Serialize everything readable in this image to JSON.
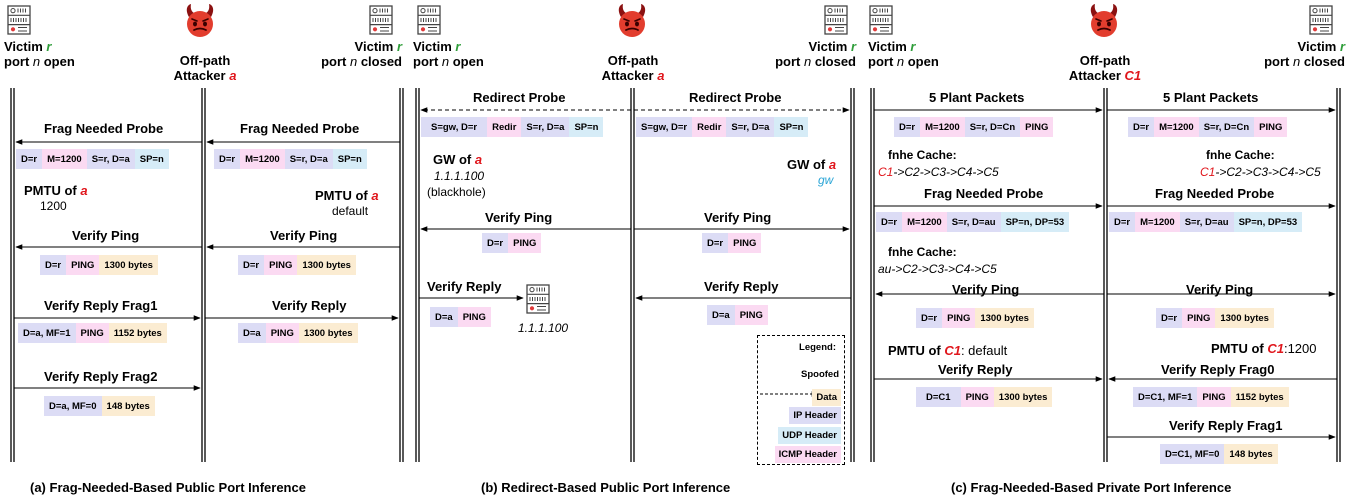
{
  "colors": {
    "attacker": "#e0161c",
    "victim": "#2f9e3a",
    "gw": "#2aa5d6",
    "ip_header": "#dcdcf5",
    "udp_header": "#d6ecf7",
    "icmp_header": "#fbdaf2",
    "data": "#fbecd2"
  },
  "icons": {
    "server": "server-icon",
    "attacker": "devil-face-icon"
  },
  "panels": {
    "a": {
      "victim_open": {
        "line1": "Victim ",
        "var": "r",
        "line2a": "port ",
        "port": "n",
        "line2b": " open"
      },
      "attacker": {
        "line1": "Off-path",
        "line2": "Attacker ",
        "var": "a"
      },
      "victim_closed": {
        "line1": "Victim ",
        "var": "r",
        "line2a": "port ",
        "port": "n",
        "line2b": " closed"
      },
      "probe1_left": "Frag Needed Probe",
      "probe1_right": "Frag Needed Probe",
      "pkt1": {
        "ip": "D=r",
        "m": "M=1200",
        "s": "S=r, D=a",
        "sp": "SP=n"
      },
      "pmtu_left": {
        "label": "PMTU of ",
        "var": "a",
        "value": "1200"
      },
      "pmtu_right": {
        "label": "PMTU of ",
        "var": "a",
        "value": "default"
      },
      "ping_left": "Verify Ping",
      "ping_right": "Verify Ping",
      "pkt_ping": {
        "ip": "D=r",
        "ping": "PING",
        "data": "1300 bytes"
      },
      "reply1_left": "Verify Reply Frag1",
      "reply_right": "Verify Reply",
      "pkt_frag1": {
        "ip": "D=a, MF=1",
        "ping": "PING",
        "data": "1152 bytes"
      },
      "pkt_reply": {
        "ip": "D=a",
        "ping": "PING",
        "data": "1300 bytes"
      },
      "reply2_left": "Verify Reply Frag2",
      "pkt_frag2": {
        "ip": "D=a, MF=0",
        "data": "148 bytes"
      },
      "caption": "(a) Frag-Needed-Based Public Port Inference"
    },
    "b": {
      "victim_open": {
        "line1": "Victim ",
        "var": "r",
        "line2a": "port ",
        "port": "n",
        "line2b": " open"
      },
      "attacker": {
        "line1": "Off-path",
        "line2": "Attacker ",
        "var": "a"
      },
      "victim_closed": {
        "line1": "Victim ",
        "var": "r",
        "line2a": "port ",
        "port": "n",
        "line2b": " closed"
      },
      "probe_left": "Redirect Probe",
      "probe_right": "Redirect Probe",
      "pkt_redir": {
        "ip_a": "S=gw, D=r",
        "redir": "Redir",
        "ip_b": "S=r, D=a",
        "sp": "SP=n"
      },
      "gw_left": {
        "label": "GW of ",
        "var": "a",
        "ip": "1.1.1.100",
        "note": "(blackhole)"
      },
      "gw_right": {
        "label": "GW of ",
        "var": "a",
        "value": "gw"
      },
      "ping_left": "Verify Ping",
      "ping_right": "Verify Ping",
      "pkt_ping": {
        "ip": "D=r",
        "ping": "PING"
      },
      "reply_left": "Verify Reply",
      "reply_right": "Verify Reply",
      "pkt_reply": {
        "ip": "D=a",
        "ping": "PING"
      },
      "server_ip": "1.1.1.100",
      "legend": {
        "title": "Legend:",
        "spoofed": "Spoofed",
        "data": "Data",
        "ip": "IP Header",
        "udp": "UDP Header",
        "icmp": "ICMP Header"
      },
      "caption": "(b) Redirect-Based Public Port Inference"
    },
    "c": {
      "victim_open": {
        "line1": "Victim ",
        "var": "r",
        "line2a": "port ",
        "port": "n",
        "line2b": " open"
      },
      "attacker": {
        "line1": "Off-path",
        "line2": "Attacker ",
        "var": "C1"
      },
      "victim_closed": {
        "line1": "Victim ",
        "var": "r",
        "line2a": "port ",
        "port": "n",
        "line2b": " closed"
      },
      "plant_left": "5 Plant Packets",
      "plant_right": "5 Plant Packets",
      "pkt_plant": {
        "ip": "D=r",
        "m": "M=1200",
        "s": "S=r, D=Cn",
        "ping": "PING"
      },
      "cache1_left": {
        "title": "fnhe Cache:",
        "first": "C1",
        "rest": "->C2->C3->C4->C5"
      },
      "cache1_right": {
        "title": "fnhe Cache:",
        "first": "C1",
        "rest": "->C2->C3->C4->C5"
      },
      "probe_left": "Frag Needed Probe",
      "probe_right": "Frag Needed Probe",
      "pkt_probe": {
        "ip": "D=r",
        "m": "M=1200",
        "s": "S=r, D=au",
        "sp": "SP=n, DP=53"
      },
      "cache2_left": {
        "title": "fnhe Cache:",
        "chain": "au->C2->C3->C4->C5"
      },
      "ping_left": "Verify Ping",
      "ping_right": "Verify Ping",
      "pkt_ping": {
        "ip": "D=r",
        "ping": "PING",
        "data": "1300 bytes"
      },
      "pmtu_left": {
        "label": "PMTU of ",
        "var": "C1",
        "value": ": default"
      },
      "pmtu_right": {
        "label": "PMTU of ",
        "var": "C1",
        "value": ":1200"
      },
      "reply_left": "Verify Reply",
      "reply_right": "Verify Reply Frag0",
      "pkt_reply": {
        "ip": "D=C1",
        "ping": "PING",
        "data": "1300 bytes"
      },
      "pkt_frag0": {
        "ip": "D=C1, MF=1",
        "ping": "PING",
        "data": "1152 bytes"
      },
      "reply_frag1": "Verify Reply Frag1",
      "pkt_frag1": {
        "ip": "D=C1, MF=0",
        "data": "148 bytes"
      },
      "caption": "(c) Frag-Needed-Based Private Port Inference"
    }
  }
}
